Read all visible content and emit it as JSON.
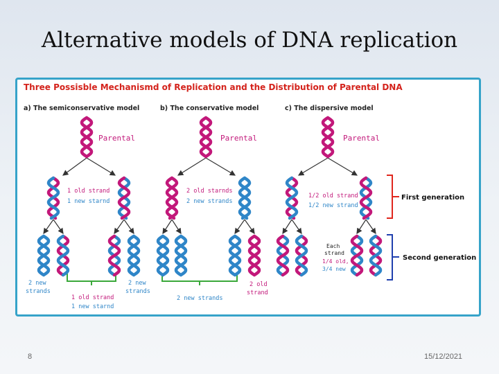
{
  "slide": {
    "title": "Alternative models of DNA replication",
    "page_number": "8",
    "date": "15/12/2021"
  },
  "figure": {
    "heading": "Three Possisble Mechanismd of Replication and the Distribution of Parental DNA",
    "models": [
      {
        "title": "a) The semiconservative model",
        "parental_label": "Parental",
        "gen1_label_1": "1 old strand",
        "gen1_label_2": "1 new starnd",
        "gen2_left_label_1": "2 new",
        "gen2_left_label_2": "strands",
        "gen2_mid_label_1": "1 old strand",
        "gen2_mid_label_2": "1 new starnd",
        "gen2_right_label_1": "2 new",
        "gen2_right_label_2": "strands"
      },
      {
        "title": "b) The conservative model",
        "parental_label": "Parental",
        "gen1_label_1": "2 old starnds",
        "gen1_label_2": "2 new strands",
        "gen2_mid_label": "2 new strands",
        "gen2_right_label_1": "2 old",
        "gen2_right_label_2": "strand"
      },
      {
        "title": "c) The dispersive model",
        "parental_label": "Parental",
        "gen1_label_1": "1/2 old strand",
        "gen1_label_2": "1/2 new strand",
        "gen2_label_1": "Each",
        "gen2_label_2": "strand",
        "gen2_label_3": "1/4 old,",
        "gen2_label_4": "3/4 new"
      }
    ],
    "first_generation": "First generation",
    "second_generation": "Second generation",
    "colors": {
      "old_strand": "#c2187a",
      "new_strand": "#2f86c8",
      "arrow": "#333333",
      "bracket_red": "#e0261c",
      "bracket_blue": "#1f3fae",
      "bracket_green": "#3aa83a",
      "frame": "#36a3c9",
      "heading_red": "#d4231c"
    }
  }
}
